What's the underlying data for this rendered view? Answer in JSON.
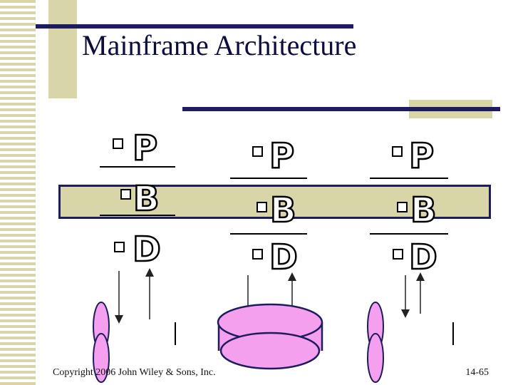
{
  "slide": {
    "title": "Mainframe Architecture",
    "footer_left": "Copyright 2006 John Wiley & Sons, Inc.",
    "page_number": "14-65"
  },
  "layers": {
    "presentation": "P",
    "business": "B",
    "data": "D"
  },
  "colors": {
    "accent_tan": "#d8d6a8",
    "navy": "#1c1c5e",
    "storage_pink": "#f4a0ee"
  }
}
